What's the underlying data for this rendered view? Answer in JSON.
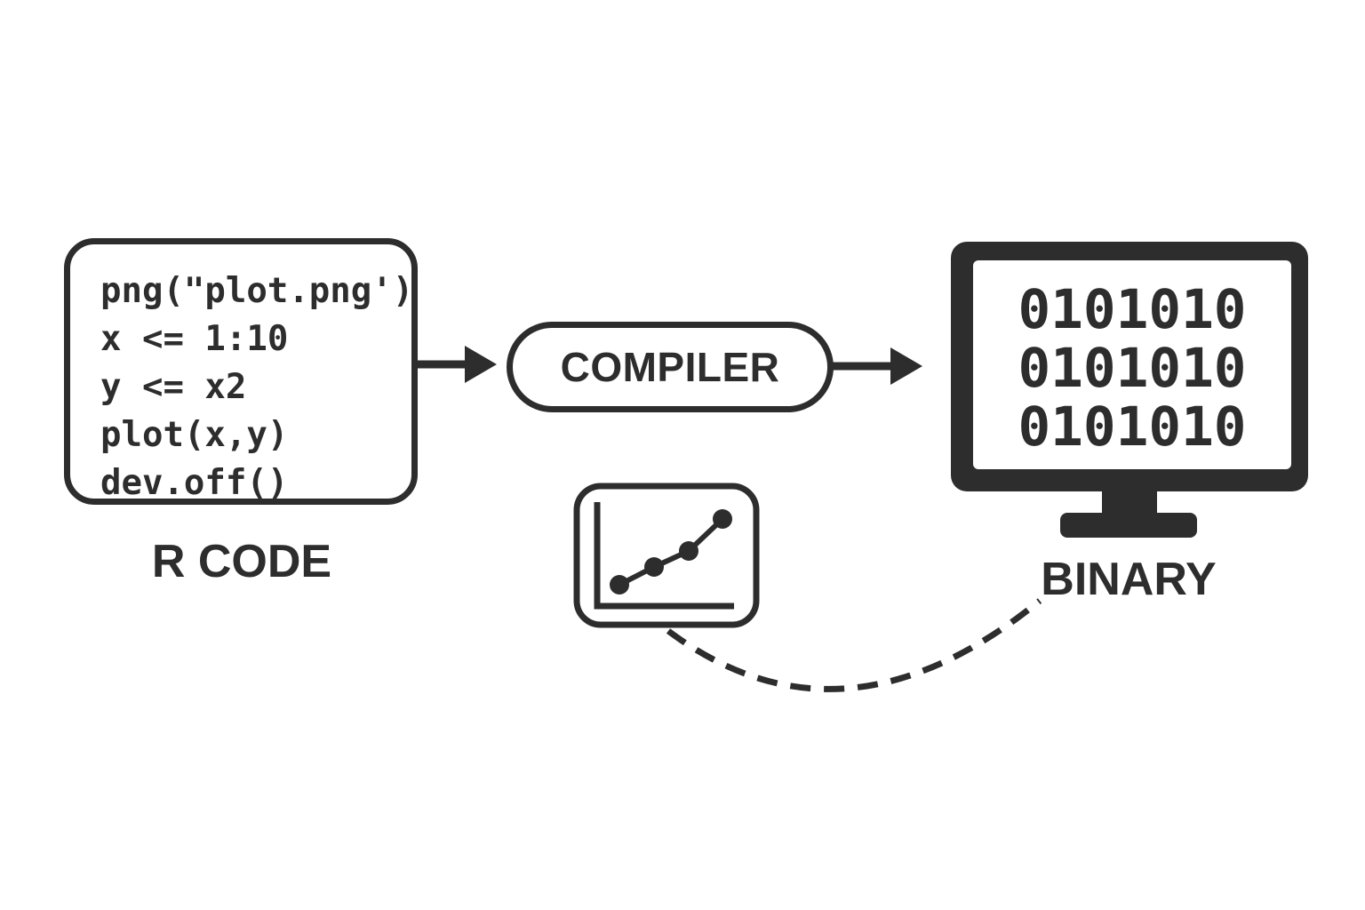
{
  "colors": {
    "ink": "#2d2d2d",
    "background": "#ffffff"
  },
  "code_box": {
    "label": "R CODE",
    "lines": [
      "png(\"plot.png')",
      "x <= 1:10",
      "y <= x2",
      "plot(x,y)",
      "dev.off()"
    ]
  },
  "compiler_node": {
    "label": "COMPILER"
  },
  "binary_node": {
    "label": "BINARY",
    "screen_lines": [
      "0101010",
      "0101010",
      "0101010"
    ]
  },
  "icons": {
    "chart_icon": "line-chart-thumbnail",
    "monitor_icon": "computer-monitor",
    "arrow_right_icon": "solid-right-arrow",
    "dashed_connector": "dashed-curve"
  }
}
